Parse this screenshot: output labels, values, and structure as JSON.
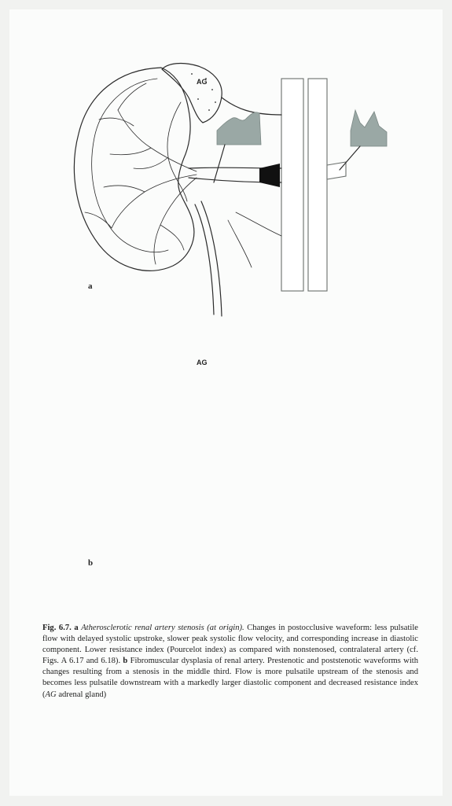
{
  "figure": {
    "panels": [
      {
        "label": "a",
        "ag_label": "AG"
      },
      {
        "label": "b",
        "ag_label": "AG"
      }
    ]
  },
  "caption": {
    "fig_number": "Fig. 6.7.",
    "a_label": "a",
    "a_title": "Atherosclerotic renal artery stenosis (at origin).",
    "a_text": "Changes in postocclusive waveform: less pulsatile flow with delayed systolic upstroke, slower peak systolic flow velocity, and corresponding increase in diastolic component. Lower resistance index (Pourcelot index) as compared with nonstenosed, contralateral artery (cf. Figs. A 6.17 and 6.18).",
    "b_label": "b",
    "b_title": "Fibromuscular dysplasia of renal artery.",
    "b_text": "Prestenotic and poststenotic waveforms with changes resulting from a stenosis in the middle third. Flow is more pulsatile upstream of the stenosis and becomes less pulsatile downstream with a markedly larger diastolic component and decreased resistance index (",
    "ag_abbr": "AG",
    "ag_def": "adrenal gland)"
  }
}
